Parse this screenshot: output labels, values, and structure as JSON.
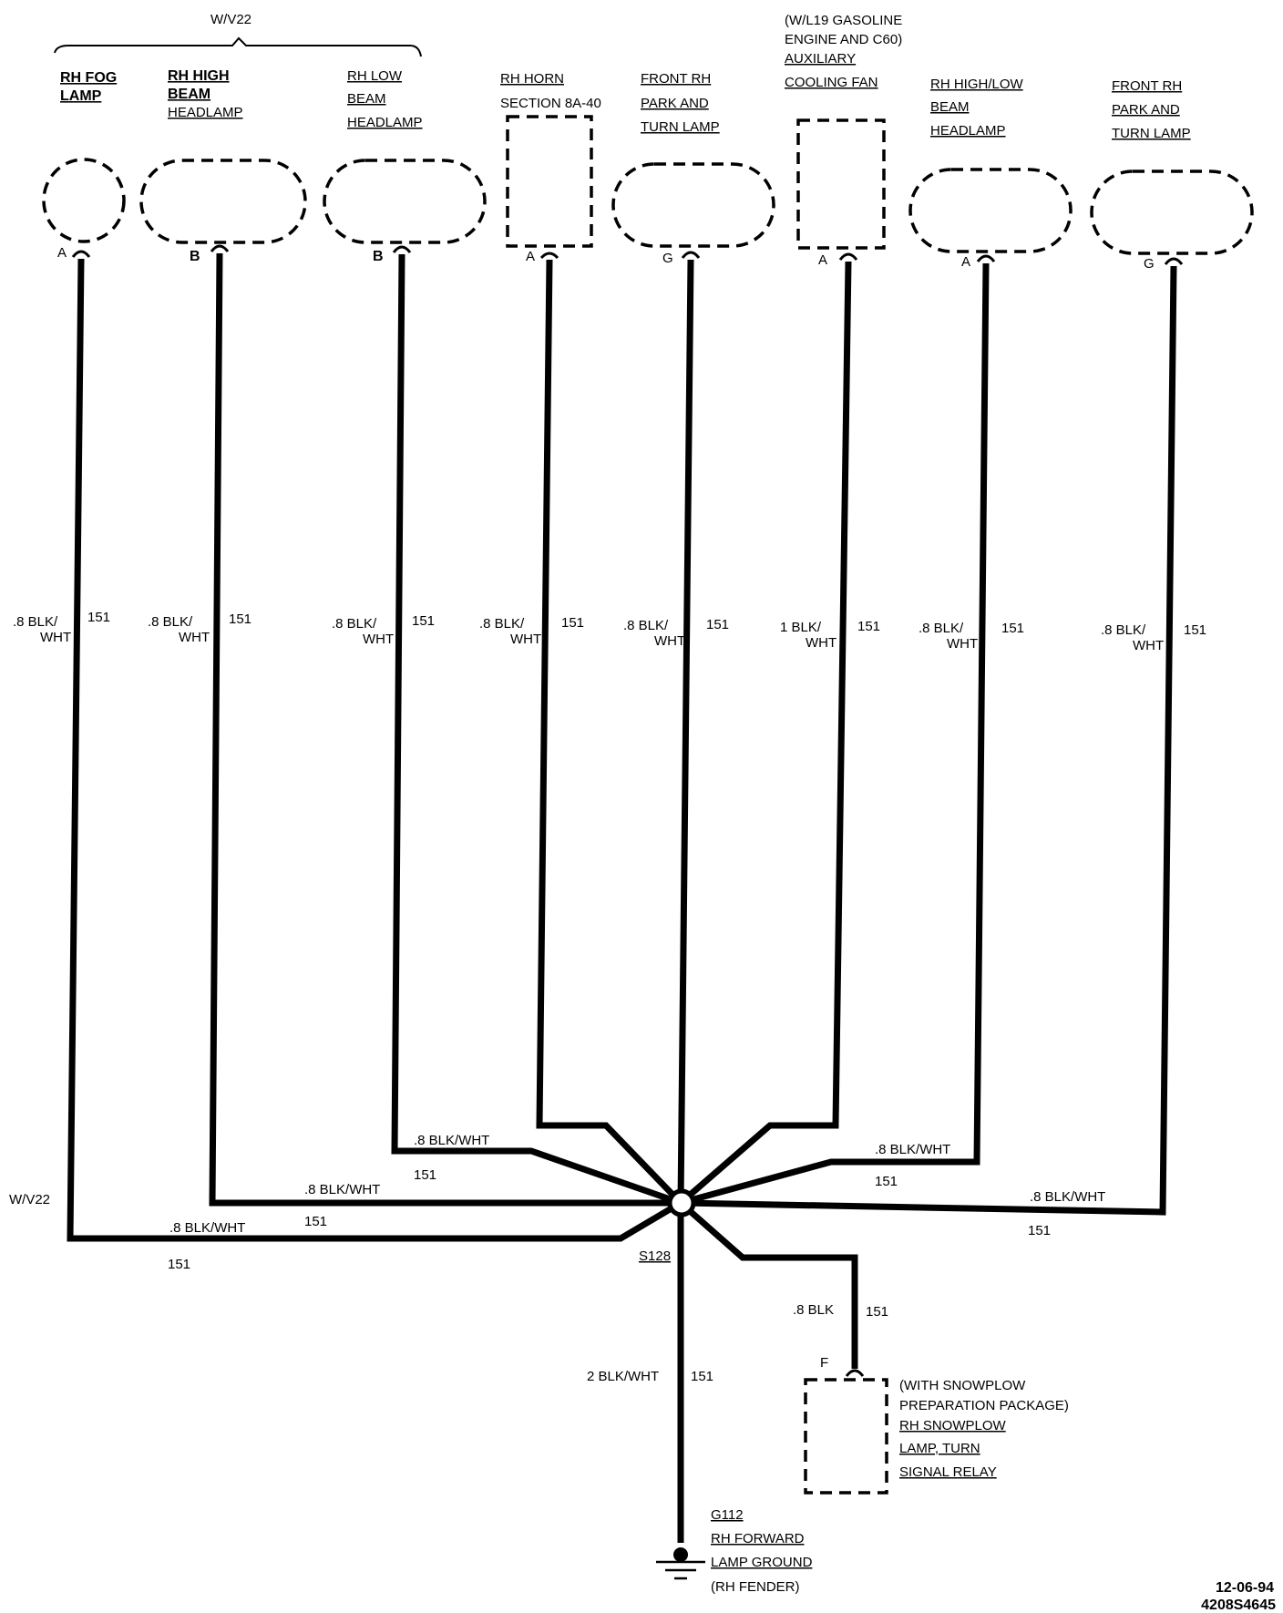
{
  "group_option": "W/V22",
  "left_option": "W/V22",
  "components": [
    {
      "lines": [
        "RH FOG",
        "LAMP"
      ],
      "pin": "A"
    },
    {
      "lines": [
        "RH HIGH",
        "BEAM",
        "HEADLAMP"
      ],
      "pin": "B"
    },
    {
      "lines": [
        "RH LOW",
        "BEAM",
        "HEADLAMP"
      ],
      "pin": "B"
    },
    {
      "lines": [
        "RH HORN"
      ],
      "note": "SECTION 8A-40",
      "pin": "A"
    },
    {
      "lines": [
        "FRONT RH",
        "PARK AND",
        "TURN LAMP"
      ],
      "pin": "G"
    },
    {
      "condition": [
        "(W/L19 GASOLINE",
        "ENGINE AND C60)"
      ],
      "lines": [
        "AUXILIARY",
        "COOLING FAN"
      ],
      "pin": "A"
    },
    {
      "lines": [
        "RH HIGH/LOW",
        "BEAM",
        "HEADLAMP"
      ],
      "pin": "A"
    },
    {
      "lines": [
        "FRONT RH",
        "PARK AND",
        "TURN LAMP"
      ],
      "pin": "G"
    }
  ],
  "wires": [
    {
      "size": ".8 BLK/",
      "color": "WHT",
      "circuit": "151"
    },
    {
      "size": ".8 BLK/",
      "color": "WHT",
      "circuit": "151"
    },
    {
      "size": ".8 BLK/",
      "color": "WHT",
      "circuit": "151"
    },
    {
      "size": ".8 BLK/",
      "color": "WHT",
      "circuit": "151"
    },
    {
      "size": ".8 BLK/",
      "color": "WHT",
      "circuit": "151"
    },
    {
      "size": "1 BLK/",
      "color": "WHT",
      "circuit": "151"
    },
    {
      "size": ".8 BLK/",
      "color": "WHT",
      "circuit": "151"
    },
    {
      "size": ".8 BLK/",
      "color": "WHT",
      "circuit": "151"
    }
  ],
  "branch_labels": {
    "fog": {
      "wire": ".8 BLK/WHT",
      "circuit": "151"
    },
    "high_beam": {
      "wire": ".8 BLK/WHT",
      "circuit": "151"
    },
    "low_beam": {
      "wire": ".8 BLK/WHT",
      "circuit": "151"
    },
    "high_low": {
      "wire": ".8 BLK/WHT",
      "circuit": "151"
    },
    "front_park": {
      "wire": ".8 BLK/WHT",
      "circuit": "151"
    }
  },
  "splice": "S128",
  "relay_wire": {
    "wire": ".8 BLK",
    "circuit": "151"
  },
  "relay": {
    "pin": "F",
    "condition": [
      "(WITH SNOWPLOW",
      "PREPARATION PACKAGE)"
    ],
    "lines": [
      "RH SNOWPLOW",
      "LAMP, TURN",
      "SIGNAL RELAY"
    ]
  },
  "ground_wire": {
    "wire": "2 BLK/WHT",
    "circuit": "151"
  },
  "ground": {
    "lines": [
      "G112",
      "RH FORWARD",
      "LAMP GROUND"
    ],
    "location": "(RH FENDER)"
  },
  "footer": {
    "date": "12-06-94",
    "code": "4208S4645"
  }
}
